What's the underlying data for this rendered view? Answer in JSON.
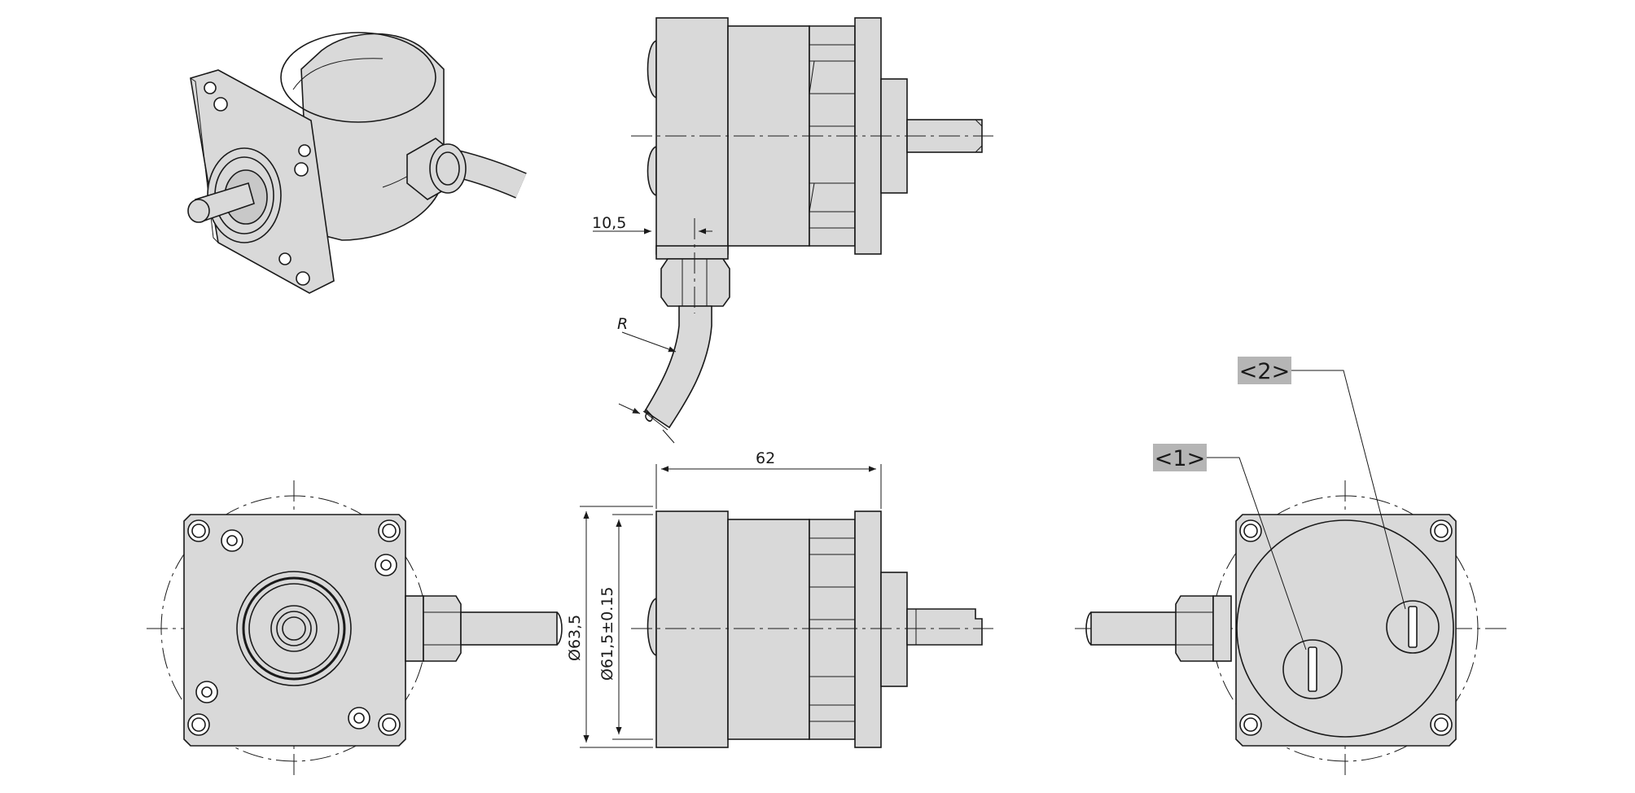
{
  "dimensions": {
    "width": "62",
    "dia_outer": "Ø63,5",
    "dia_inner": "Ø61,5±0.15",
    "offset": "10,5",
    "bend_radius": "R",
    "cable_dia": "d"
  },
  "callouts": {
    "c1": "<1>",
    "c2": "<2>"
  },
  "colors": {
    "part_fill": "#d9d9d9",
    "line": "#1a1a1a",
    "callout_bg": "#b5b5b5"
  }
}
